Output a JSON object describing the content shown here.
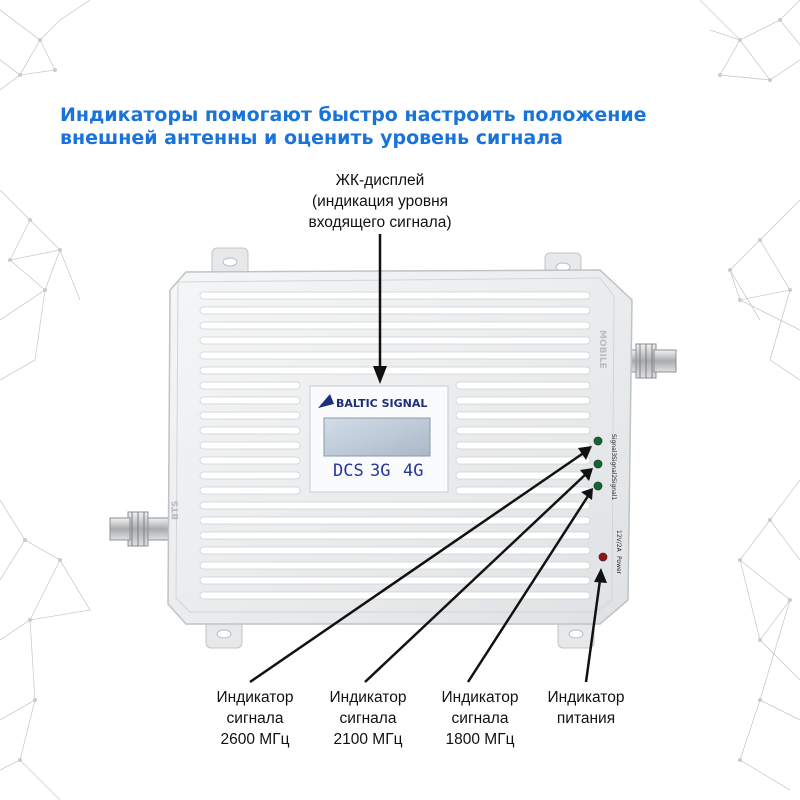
{
  "headline": {
    "line1": "Индикаторы помогают быстро настроить положение",
    "line2": "внешней антенны и оценить уровень сигнала"
  },
  "lcd_callout": {
    "line1": "ЖК-дисплей",
    "line2": "(индикация уровня",
    "line3": "входящего сигнала)"
  },
  "device": {
    "brand": "BALTIC SIGNAL",
    "bands": [
      "DCS",
      "3G",
      "4G"
    ],
    "port_right_label": "MOBILE",
    "port_left_label": "BTS",
    "led_labels": [
      "Signal3",
      "Signal2",
      "Signal1",
      "Power",
      "12V/2A"
    ]
  },
  "callouts": [
    {
      "line1": "Индикатор",
      "line2": "сигнала",
      "line3": "2600 МГц"
    },
    {
      "line1": "Индикатор",
      "line2": "сигнала",
      "line3": "2100 МГц"
    },
    {
      "line1": "Индикатор",
      "line2": "сигнала",
      "line3": "1800 МГц"
    },
    {
      "line1": "Индикатор",
      "line2": "питания"
    }
  ],
  "colors": {
    "headline": "#1a73d9",
    "led_green": "#0e6b2f",
    "led_red": "#9a1010",
    "device_body": "#eceeef"
  }
}
